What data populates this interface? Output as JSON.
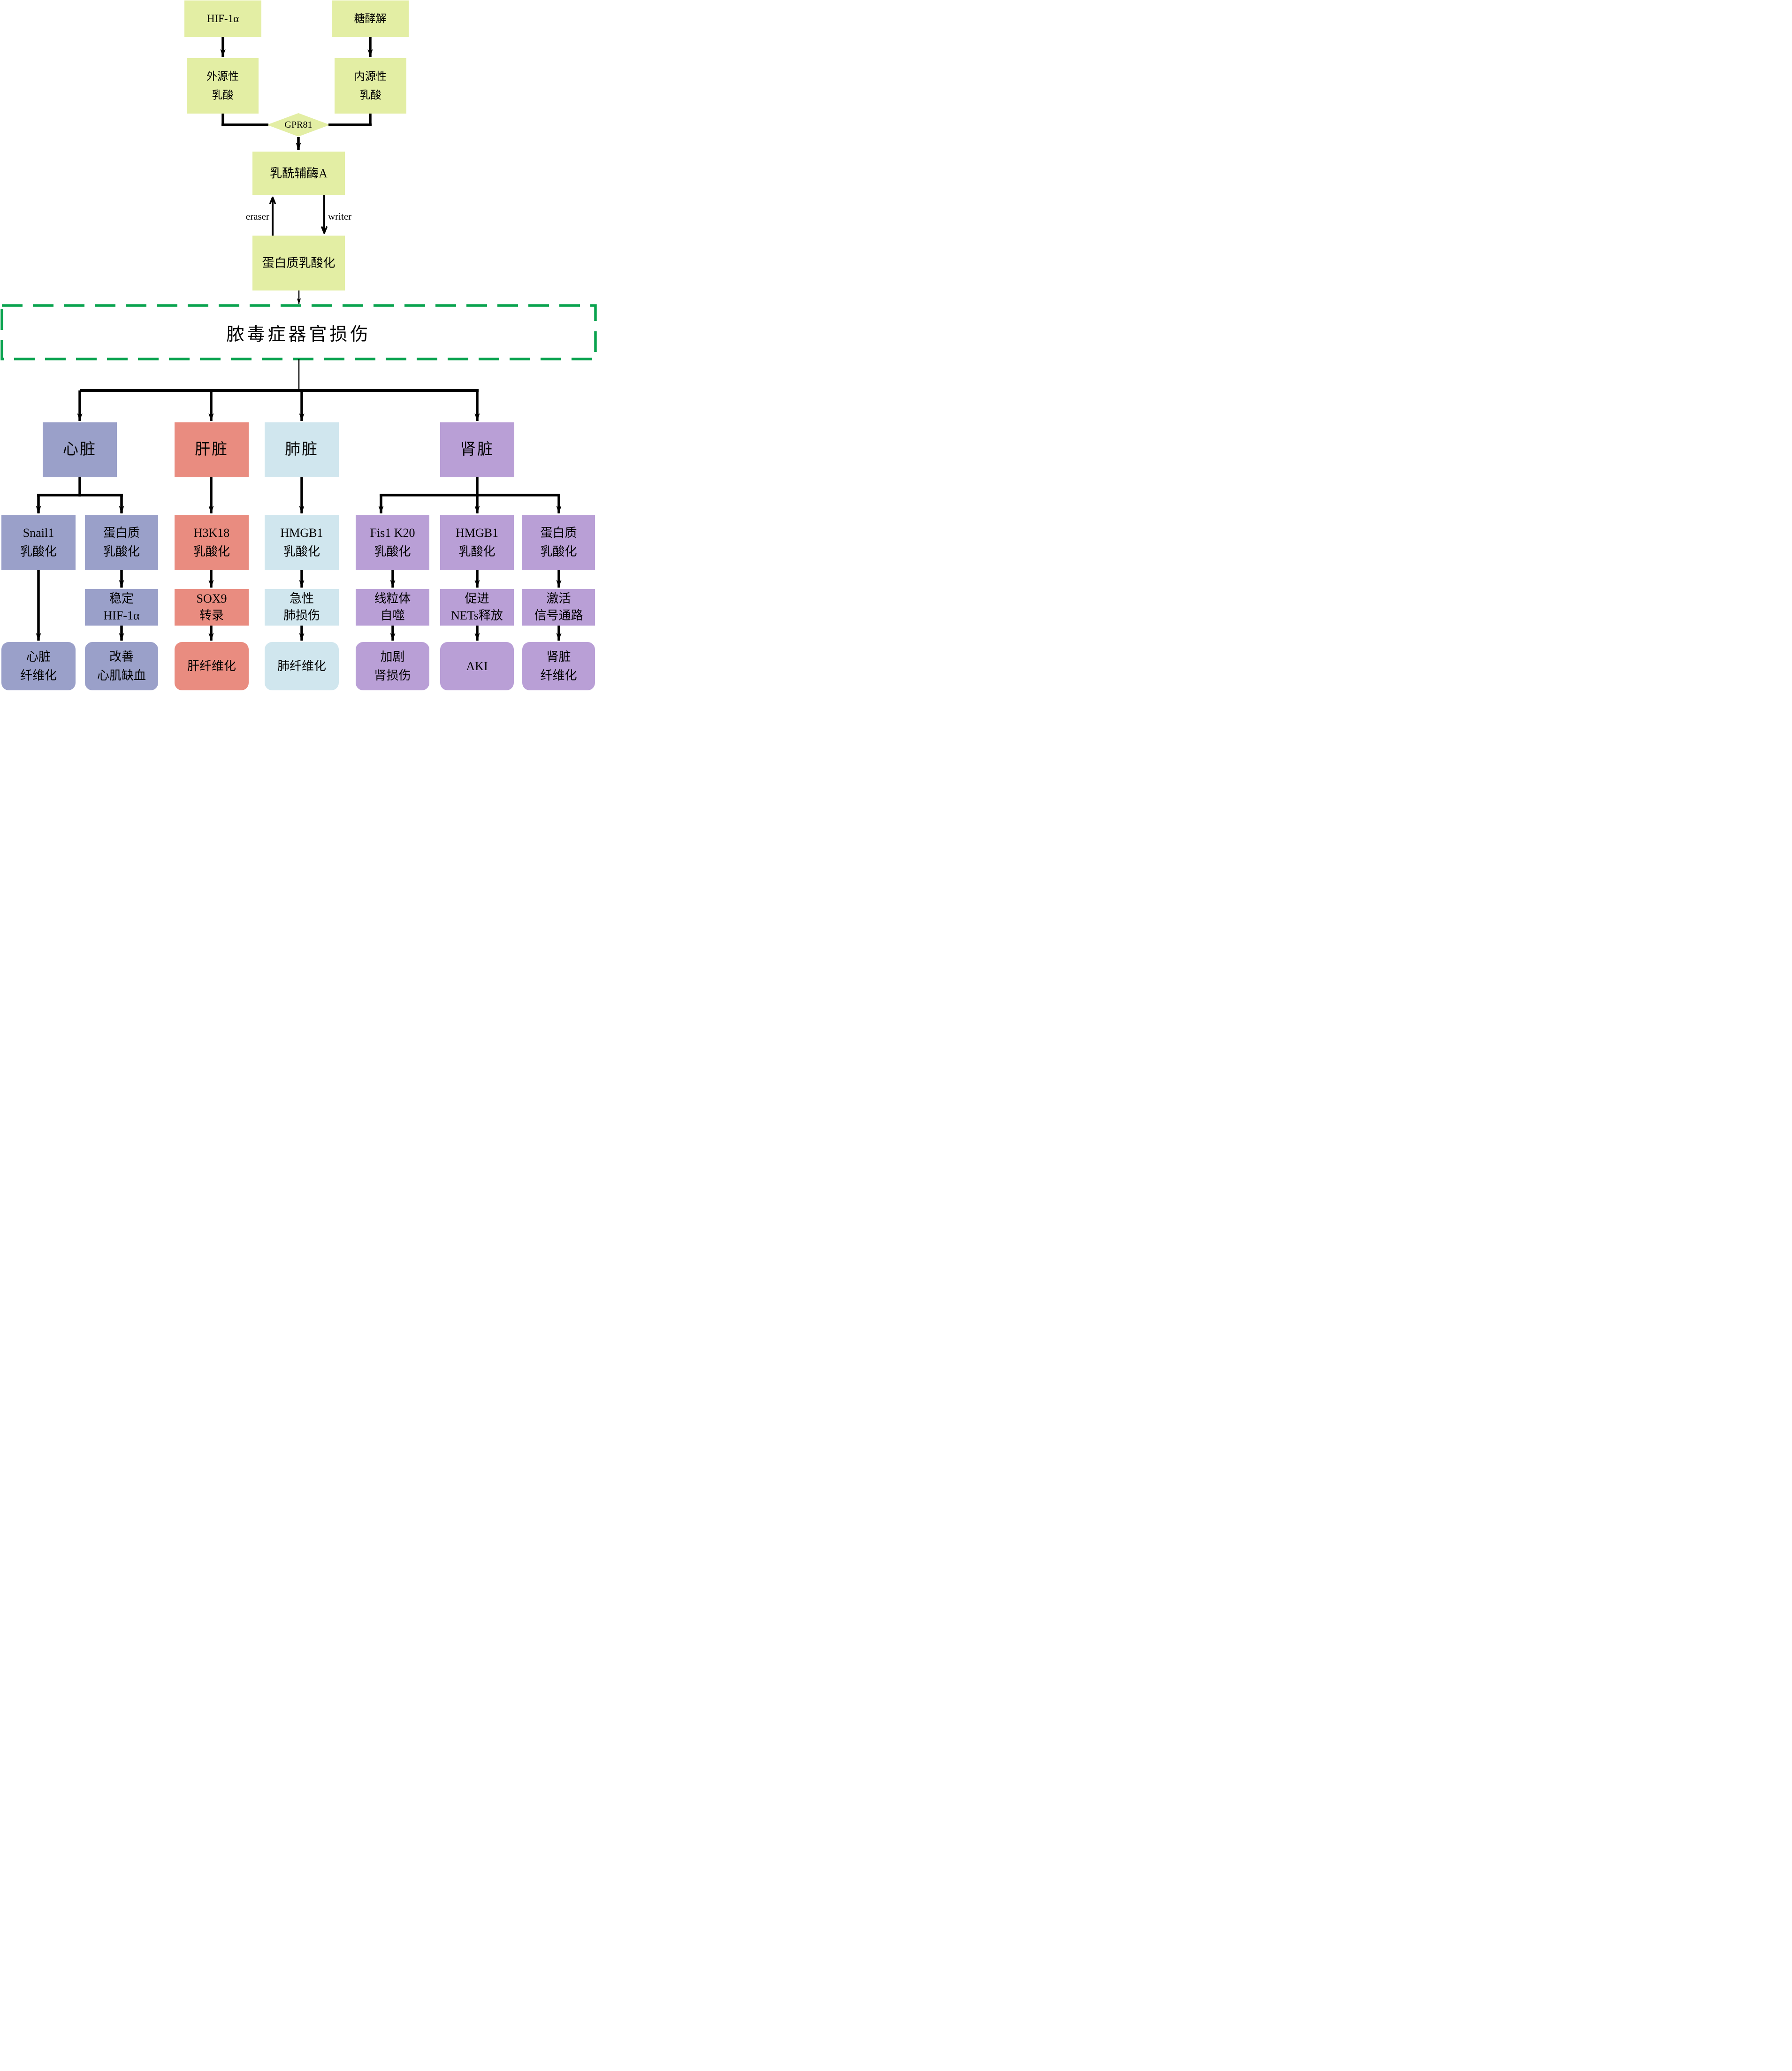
{
  "diagram_title": "脓毒症器官损伤",
  "upper_pathway": {
    "hif1a": "HIF-1α",
    "glycolysis": "糖酵解",
    "exogenous_lactate": [
      "外源性",
      "乳酸"
    ],
    "endogenous_lactate": [
      "内源性",
      "乳酸"
    ],
    "gpr81": "GPR81",
    "lactyl_coa": "乳酰辅酶A",
    "eraser_label": "eraser",
    "writer_label": "writer",
    "protein_lactylation": "蛋白质乳酸化"
  },
  "banner": "脓毒症器官损伤",
  "organs": {
    "heart": "心脏",
    "liver": "肝脏",
    "lung": "肺脏",
    "kidney": "肾脏"
  },
  "nodes": {
    "snail1": [
      "Snail1",
      "乳酸化"
    ],
    "heart_protein": [
      "蛋白质",
      "乳酸化"
    ],
    "stabilize_hif": [
      "稳定",
      "HIF-1α"
    ],
    "cardiac_fibrosis": [
      "心脏",
      "纤维化"
    ],
    "improve_ischemia": [
      "改善",
      "心肌缺血"
    ],
    "h3k18": [
      "H3K18",
      "乳酸化"
    ],
    "sox9": [
      "SOX9",
      "转录"
    ],
    "liver_fibrosis": [
      "肝纤维化"
    ],
    "lung_hmgb1": [
      "HMGB1",
      "乳酸化"
    ],
    "acute_lung_injury": [
      "急性",
      "肺损伤"
    ],
    "lung_fibrosis": [
      "肺纤维化"
    ],
    "fis1_k20": [
      "Fis1 K20",
      "乳酸化"
    ],
    "mitophagy": [
      "线粒体",
      "自噬"
    ],
    "aggravate_kidney_injury": [
      "加剧",
      "肾损伤"
    ],
    "kidney_hmgb1": [
      "HMGB1",
      "乳酸化"
    ],
    "nets_release": [
      "促进",
      "NETs释放"
    ],
    "aki": [
      "AKI"
    ],
    "kidney_protein": [
      "蛋白质",
      "乳酸化"
    ],
    "activate_signaling": [
      "激活",
      "信号通路"
    ],
    "renal_fibrosis": [
      "肾脏",
      "纤维化"
    ]
  },
  "colors": {
    "pathway_yellow": "#E3EEA4",
    "heart_blue": "#9AA0C9",
    "liver_salmon": "#E98C80",
    "lung_light_blue": "#D0E6EE",
    "kidney_purple": "#B99FD6",
    "dashed_border_green": "#0AA34F",
    "line_black": "#000000"
  }
}
